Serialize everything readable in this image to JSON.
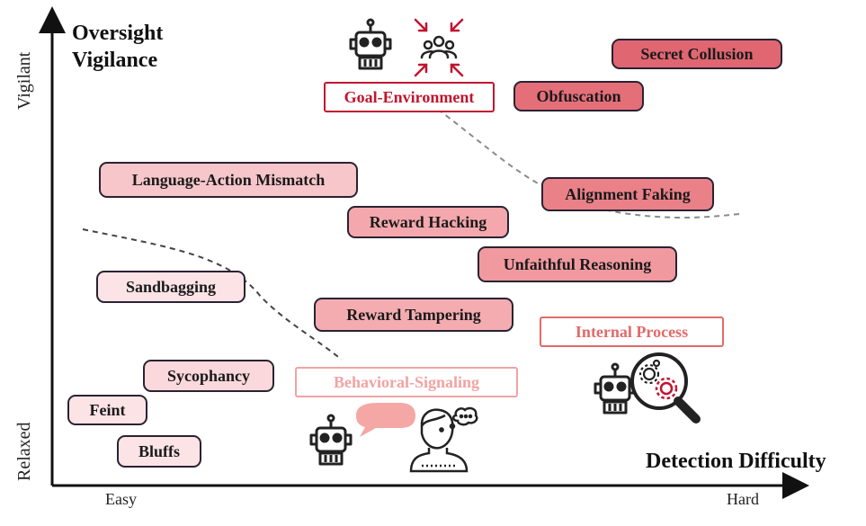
{
  "y_axis": {
    "title_line1": "Oversight",
    "title_line2": "Vigilance",
    "top_label": "Vigilant",
    "bottom_label": "Relaxed"
  },
  "x_axis": {
    "title": "Detection Difficulty",
    "left_label": "Easy",
    "right_label": "Hard"
  },
  "categories": {
    "goal_environment": {
      "label": "Goal-Environment",
      "color": "#c0152f"
    },
    "behavioral_signaling": {
      "label": "Behavioral-Signaling",
      "color": "#f2a3a3"
    },
    "internal_process": {
      "label": "Internal Process",
      "color": "#e26a6a"
    }
  },
  "tags": {
    "secret_collusion": "Secret Collusion",
    "obfuscation": "Obfuscation",
    "language_action_mismatch": "Language-Action Mismatch",
    "alignment_faking": "Alignment Faking",
    "reward_hacking": "Reward Hacking",
    "unfaithful_reasoning": "Unfaithful Reasoning",
    "sandbagging": "Sandbagging",
    "reward_tampering": "Reward Tampering",
    "sycophancy": "Sycophancy",
    "feint": "Feint",
    "bluffs": "Bluffs"
  },
  "colors": {
    "light": "#fbe3e6",
    "medium": "#f3a3a9",
    "strong": "#ea8188",
    "deep": "#e06672",
    "outline": "#2a2233"
  },
  "icons": [
    "robot-icon",
    "group-pressure-icon",
    "speech-bubble-icon",
    "thinking-person-icon",
    "magnifier-gears-icon"
  ]
}
